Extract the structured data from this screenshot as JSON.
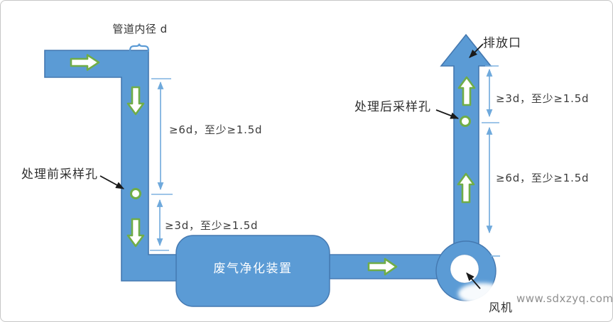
{
  "labels": {
    "pipe_inner_diameter": "管道内径 d",
    "sampling_port_before": "处理前采样孔",
    "sampling_port_after": "处理后采样孔",
    "purification_device": "废气净化装置",
    "discharge_outlet": "排放口",
    "fan": "风机"
  },
  "dimensions": {
    "left_upper": "≥6d，至少≥1.5d",
    "left_lower": "≥3d，至少≥1.5d",
    "right_upper": "≥3d，至少≥1.5d",
    "right_lower": "≥6d，至少≥1.5d"
  },
  "watermark": "www.sdxzyq.com",
  "colors": {
    "pipe_fill": "#5B9BD5",
    "pipe_border": "#4478B0",
    "flow_arrow_outline": "#70AD47",
    "dimension_line": "#6FA9DC",
    "label_text": "#2e2e2e",
    "watermark_text": "#8f8f8f"
  }
}
